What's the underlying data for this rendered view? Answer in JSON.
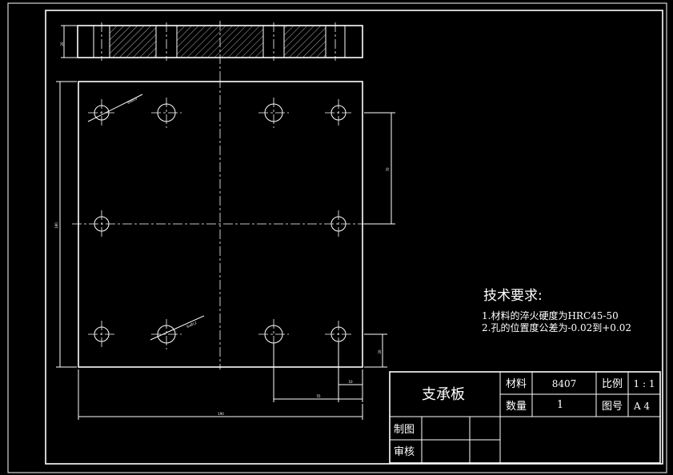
{
  "tech_requirements": {
    "title": "技术要求:",
    "items": [
      "1.材料的淬火硬度为HRC45-50",
      "2.孔的位置度公差为-0.02到+0.02"
    ]
  },
  "title_block": {
    "part_name": "支承板",
    "material_label": "材料",
    "material_value": "8407",
    "scale_label": "比例",
    "scale_value": "1 : 1",
    "quantity_label": "数量",
    "quantity_value": "1",
    "drawing_no_label": "图号",
    "drawing_no_value": "A 4",
    "drawn_by_label": "制图",
    "reviewed_by_label": "审核"
  },
  "dimensions": {
    "hole_callout_top": "6xØ10",
    "hole_callout_bottom": "6xØ12",
    "side_thickness": "20",
    "overall_height": "180",
    "vertical_spacing": "70",
    "bottom_offset": "20",
    "offset_small": "10",
    "offset_mid": "55",
    "overall_width": "190"
  }
}
